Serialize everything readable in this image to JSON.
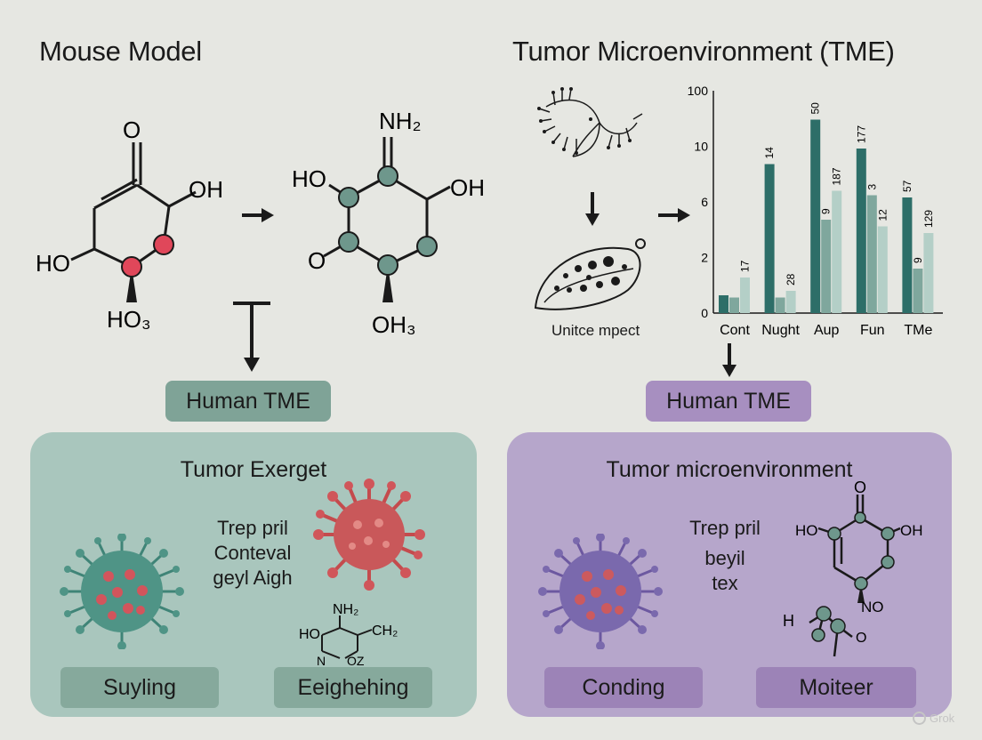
{
  "left": {
    "title": "Mouse Model",
    "molecule1": {
      "top": "O",
      "oh_right": "OH",
      "ho_left": "HO",
      "bottom": "HO3"
    },
    "molecule2": {
      "top": "NH2",
      "ho_left": "HO",
      "oh_right": "OH",
      "o_left": "O",
      "bottom": "OH3"
    },
    "pill": "Human TME",
    "panel": {
      "title": "Tumor Exerget",
      "label_lines": [
        "Trep pril",
        "Conteval",
        "geyl Aigh"
      ],
      "mini_molecule": {
        "nh2": "NH2",
        "ho": "HO",
        "ch2": "CH2",
        "n": "N",
        "oz": "OZ"
      },
      "btn_left": "Suyling",
      "btn_right": "Eeighehing"
    }
  },
  "right": {
    "title": "Tumor Microenvironment (TME)",
    "illustration_caption": "Unitce mpect",
    "pill": "Human TME",
    "panel": {
      "title": "Tumor microenvironment",
      "label_lines": [
        "Trep pril",
        "beyil",
        "tex"
      ],
      "mini_molecule": {
        "ho": "HO",
        "oh": "OH",
        "no": "NO",
        "h": "H",
        "o": "O"
      },
      "btn_left": "Conding",
      "btn_right": "Moiteer"
    }
  },
  "chart_data": {
    "type": "bar",
    "categories": [
      "Cont",
      "Nught",
      "Aup",
      "Fun",
      "TMe"
    ],
    "y_tick_labels": [
      "100",
      "10",
      "6",
      "2",
      "0"
    ],
    "series": [
      {
        "values": [
          0.08,
          0.67,
          0.87,
          0.74,
          0.52
        ],
        "color": "#2d6e68"
      },
      {
        "values": [
          0.07,
          0.07,
          0.42,
          0.53,
          0.2
        ],
        "color": "#7fa79d"
      },
      {
        "values": [
          0.16,
          0.1,
          0.55,
          0.39,
          0.36
        ],
        "color": "#b4cfc7"
      }
    ],
    "data_labels": [
      [
        "",
        "14",
        "50",
        "177",
        "57"
      ],
      [
        "",
        "",
        "9",
        "3",
        "9"
      ],
      [
        "17",
        "28",
        "187",
        "12",
        "129"
      ]
    ],
    "grid": false
  },
  "watermark": "Grok",
  "colors": {
    "left_pill": "#7fa397",
    "left_panel": "#a9c6bd",
    "left_btn": "#86a99c",
    "right_pill": "#a78fc0",
    "right_panel": "#b6a6cb",
    "right_btn": "#9c83b7",
    "node_teal": "#6e978c",
    "node_red": "#e0475a"
  }
}
